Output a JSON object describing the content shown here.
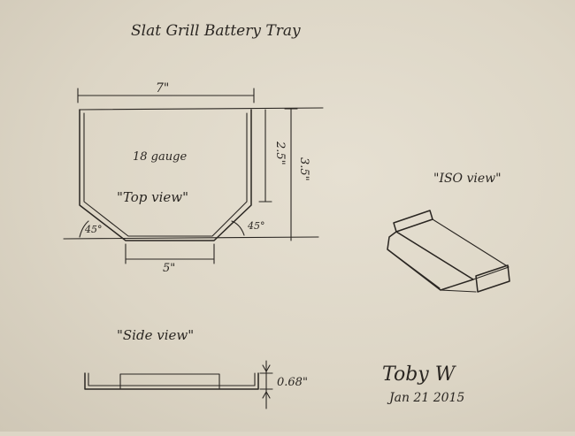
{
  "title": "Slat Grill Battery Tray",
  "top_view": {
    "width_label": "7\"",
    "bottom_width_label": "5\"",
    "inner_height_label": "2.5\"",
    "outer_height_label": "3.5\"",
    "angle_left_label": "45°",
    "angle_right_label": "45°",
    "material_label": "18 gauge",
    "view_label": "\"Top view\""
  },
  "iso_view": {
    "view_label": "\"ISO view\""
  },
  "side_view": {
    "view_label": "\"Side view\"",
    "height_label": "0.68\""
  },
  "signature": {
    "name": "Toby W",
    "date": "Jan 21 2015"
  },
  "colors": {
    "paper": "#ddd6c6",
    "ink": "#2a2622"
  }
}
